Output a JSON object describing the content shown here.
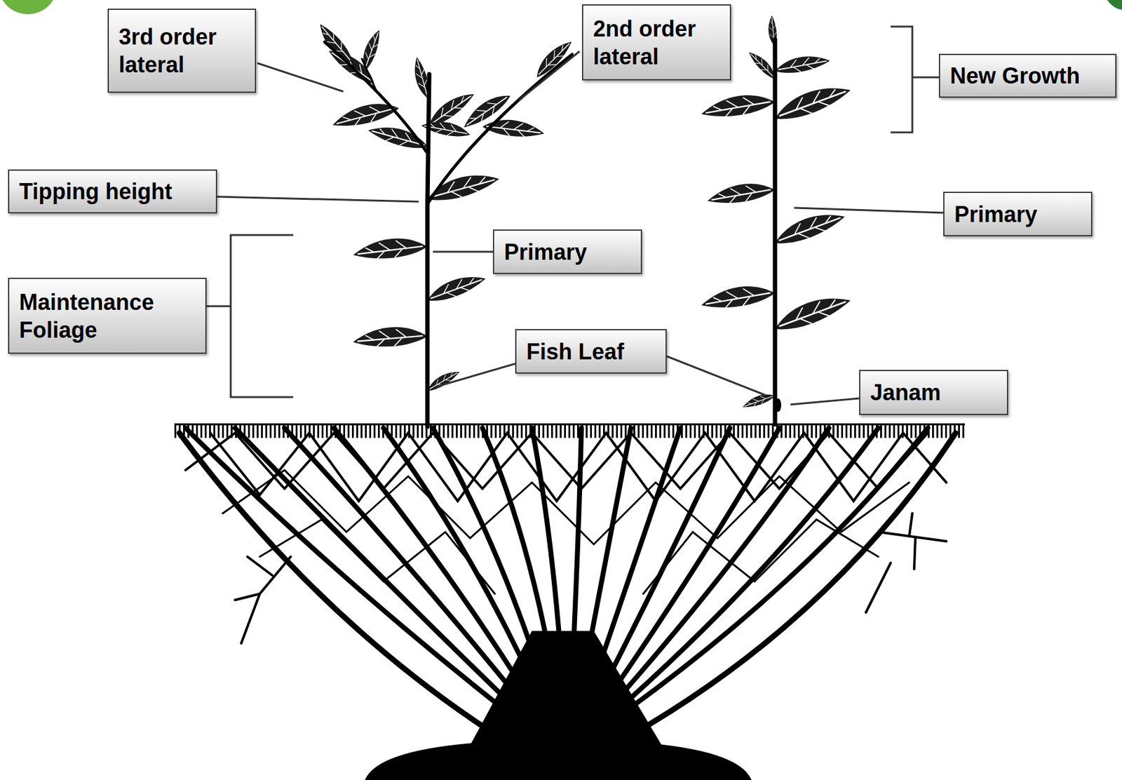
{
  "diagram": {
    "nodes": [
      {
        "text": [
          "3rd order lateral"
        ]
      },
      {
        "text": [
          "2nd order lateral"
        ]
      },
      {
        "text": [
          "New Growth"
        ]
      },
      {
        "text": [
          "Tipping height"
        ]
      },
      {
        "text": [
          "Primary"
        ]
      },
      {
        "text": [
          "Primary"
        ]
      },
      {
        "text": [
          "Maintenance Foliage"
        ]
      },
      {
        "text": [
          "Fish Leaf"
        ]
      },
      {
        "text": [
          "Janam"
        ]
      }
    ]
  }
}
